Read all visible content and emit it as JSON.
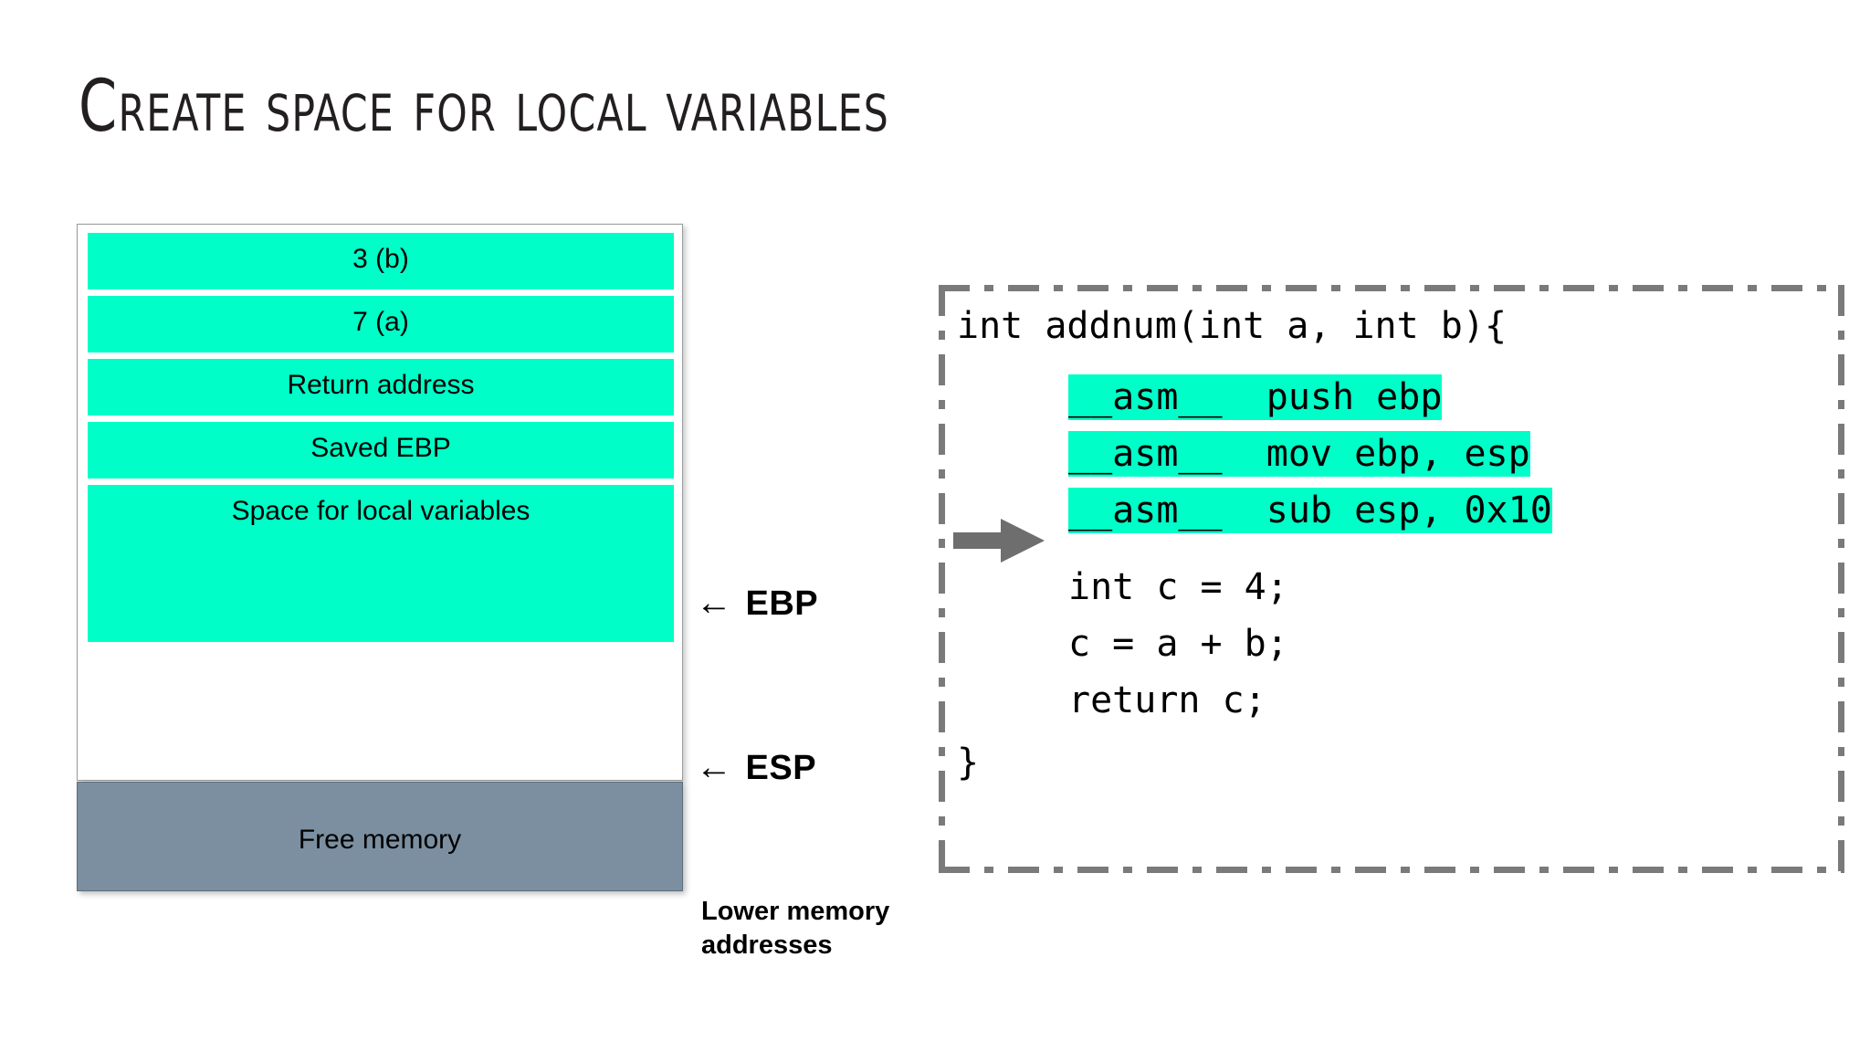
{
  "slide": {
    "title": "Create space for local variables",
    "colors": {
      "accent_green": "#00FFC8",
      "free_memory_grey": "#7B8FA0",
      "border_grey": "#7a7a7a",
      "text": "#000000"
    }
  },
  "stack": {
    "rows": [
      {
        "label": "3 (b)"
      },
      {
        "label": "7 (a)"
      },
      {
        "label": "Return address"
      },
      {
        "label": "Saved EBP"
      },
      {
        "label": "Space for local variables"
      }
    ],
    "free_memory": "Free memory",
    "pointers": [
      {
        "arrow": "←",
        "label": "EBP"
      },
      {
        "arrow": "←",
        "label": "ESP"
      }
    ],
    "lower_addresses": "Lower  memory addresses"
  },
  "code": {
    "signature": "int addnum(int a, int b){",
    "asm_lines": [
      "__asm__  push ebp",
      "__asm__  mov ebp, esp",
      "__asm__  sub esp, 0x10"
    ],
    "body_lines": [
      "int c = 4;",
      "c = a + b;",
      "return c;"
    ],
    "closing_brace": "}"
  }
}
